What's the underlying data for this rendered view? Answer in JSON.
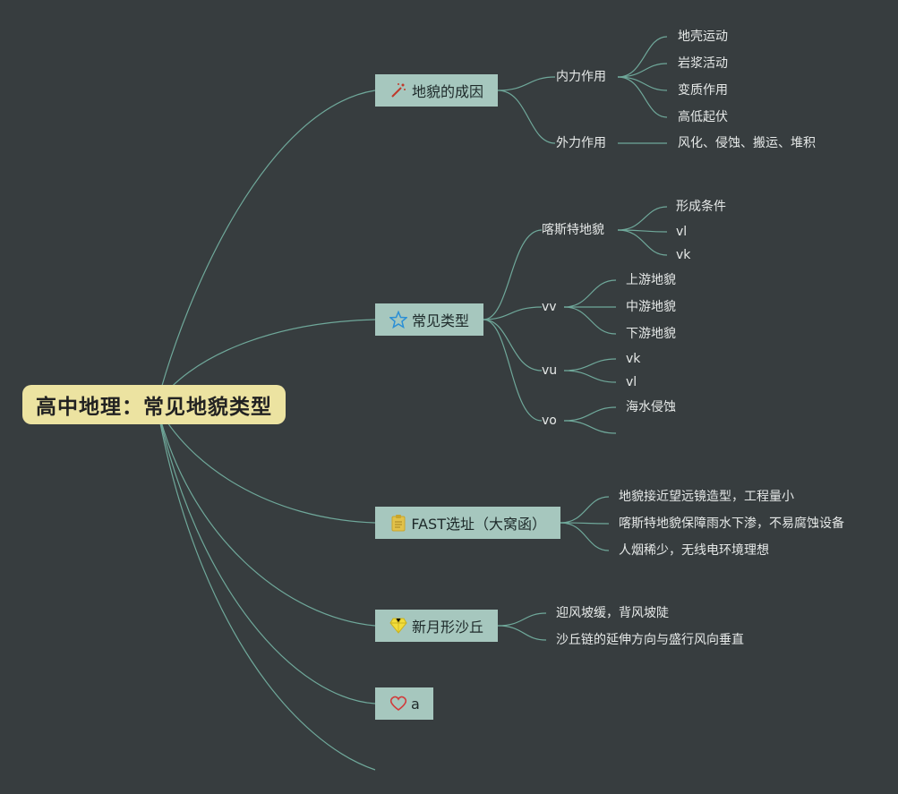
{
  "root": {
    "title": "高中地理：常见地貌类型"
  },
  "branches": [
    {
      "label": "地貌的成因",
      "icon": "magic-wand-icon",
      "children": [
        {
          "label": "内力作用",
          "children": [
            "地壳运动",
            "岩浆活动",
            "变质作用",
            "高低起伏"
          ]
        },
        {
          "label": "外力作用",
          "children": [
            "风化、侵蚀、搬运、堆积"
          ]
        }
      ]
    },
    {
      "label": "常见类型",
      "icon": "star-icon",
      "children": [
        {
          "label": "喀斯特地貌",
          "children": [
            "形成条件",
            "vl",
            "vk"
          ]
        },
        {
          "label": "vv",
          "children": [
            "上游地貌",
            "中游地貌",
            "下游地貌"
          ]
        },
        {
          "label": "vu",
          "children": [
            "vk",
            "vl"
          ]
        },
        {
          "label": "vo",
          "children": [
            "海水侵蚀",
            ""
          ]
        }
      ]
    },
    {
      "label": "FAST选址（大窝函）",
      "icon": "clipboard-icon",
      "children": [
        "地貌接近望远镜造型，工程量小",
        "喀斯特地貌保障雨水下渗，不易腐蚀设备",
        "人烟稀少，无线电环境理想"
      ]
    },
    {
      "label": "新月形沙丘",
      "icon": "diamond-icon",
      "children": [
        "迎风坡缓，背风坡陡",
        "沙丘链的延伸方向与盛行风向垂直"
      ]
    },
    {
      "label": "a",
      "icon": "heart-icon",
      "children": []
    }
  ],
  "colors": {
    "background": "#373d3f",
    "root": "#ece3a1",
    "branch": "#a6c7be",
    "line": "#6fa89a"
  }
}
